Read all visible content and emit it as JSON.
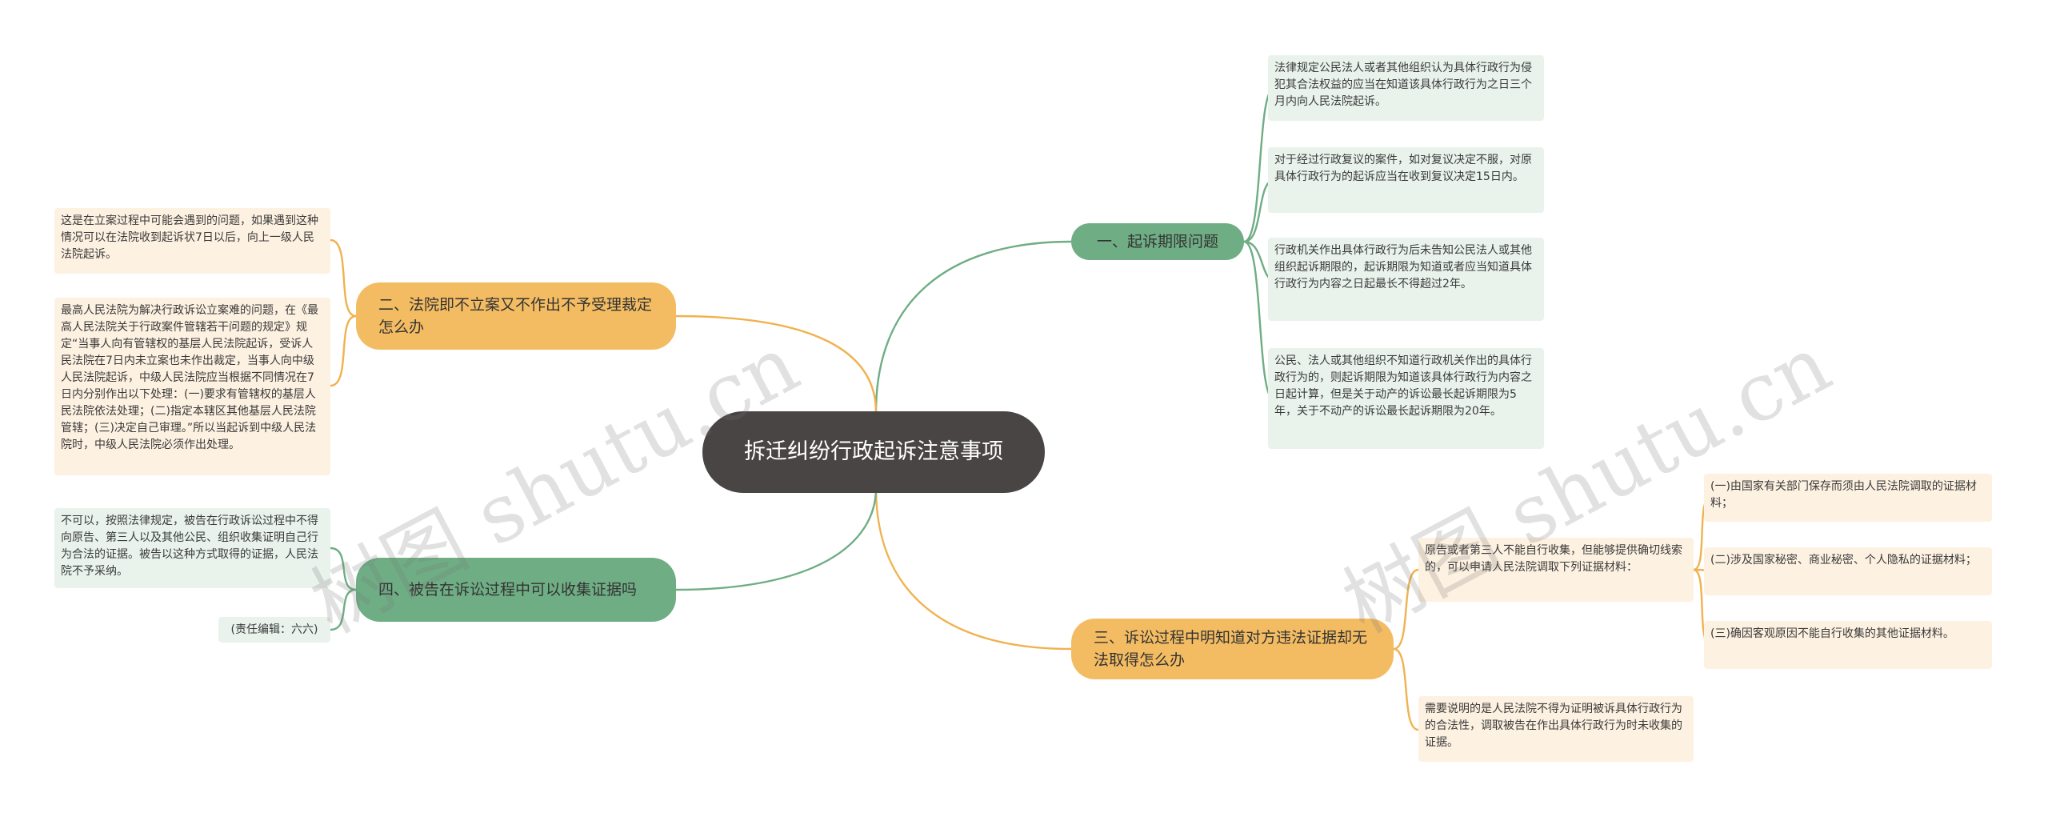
{
  "root": {
    "title": "拆迁纠纷行政起诉注意事项"
  },
  "branches": {
    "b1": {
      "label": "一、起诉期限问题"
    },
    "b2": {
      "label": "二、法院即不立案又不作出不予受理裁定怎么办"
    },
    "b3": {
      "label": "三、诉讼过程中明知道对方违法证据却无法取得怎么办"
    },
    "b4": {
      "label": "四、被告在诉讼过程中可以收集证据吗"
    }
  },
  "leaves": {
    "b1_1": "法律规定公民法人或者其他组织认为具体行政行为侵犯其合法权益的应当在知道该具体行政行为之日三个月内向人民法院起诉。",
    "b1_2": "对于经过行政复议的案件，如对复议决定不服，对原具体行政行为的起诉应当在收到复议决定15日内。",
    "b1_3": "行政机关作出具体行政行为后未告知公民法人或其他组织起诉期限的，起诉期限为知道或者应当知道具体行政行为内容之日起最长不得超过2年。",
    "b1_4": "公民、法人或其他组织不知道行政机关作出的具体行政行为的，则起诉期限为知道该具体行政行为内容之日起计算，但是关于动产的诉讼最长起诉期限为5年，关于不动产的诉讼最长起诉期限为20年。",
    "b2_1": "这是在立案过程中可能会遇到的问题，如果遇到这种情况可以在法院收到起诉状7日以后，向上一级人民法院起诉。",
    "b2_2": "最高人民法院为解决行政诉讼立案难的问题，在《最高人民法院关于行政案件管辖若干问题的规定》规定“当事人向有管辖权的基层人民法院起诉，受诉人民法院在7日内未立案也未作出裁定，当事人向中级人民法院起诉，中级人民法院应当根据不同情况在7日内分别作出以下处理：(一)要求有管辖权的基层人民法院依法处理；(二)指定本辖区其他基层人民法院管辖；(三)决定自己审理。”所以当起诉到中级人民法院时，中级人民法院必须作出处理。",
    "b3_1": "原告或者第三人不能自行收集，但能够提供确切线索的，可以申请人民法院调取下列证据材料：",
    "b3_1_1": "(一)由国家有关部门保存而须由人民法院调取的证据材料；",
    "b3_1_2": "(二)涉及国家秘密、商业秘密、个人隐私的证据材料；",
    "b3_1_3": "(三)确因客观原因不能自行收集的其他证据材料。",
    "b3_2": "需要说明的是人民法院不得为证明被诉具体行政行为的合法性，调取被告在作出具体行政行为时未收集的证据。",
    "b4_1": "不可以，按照法律规定，被告在行政诉讼过程中不得向原告、第三人以及其他公民、组织收集证明自己行为合法的证据。被告以这种方式取得的证据，人民法院不予采纳。",
    "b4_2": "(责任编辑：六六)"
  },
  "watermark": {
    "text": "树图 shutu.cn"
  },
  "colors": {
    "root_bg": "#4a4545",
    "green_branch": "#6fad84",
    "orange_branch": "#f4bc62",
    "green_leaf": "#e9f3ec",
    "orange_leaf": "#fdf1e1",
    "green_line": "#6fad84",
    "orange_line": "#f0b24f"
  }
}
